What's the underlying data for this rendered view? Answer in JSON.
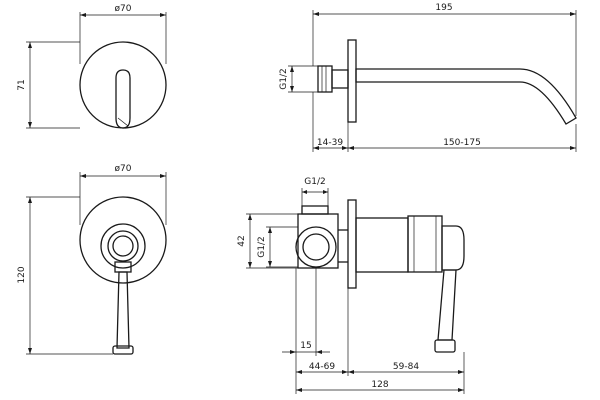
{
  "dimensions": {
    "spout_plate_diameter": "ø70",
    "spout_plate_height": "71",
    "spout_length": "195",
    "spout_thread": "G1/2",
    "spout_wall_range": "14-39",
    "spout_projection_range": "150-175",
    "mixer_plate_diameter": "ø70",
    "mixer_height": "120",
    "body_thread_top": "G1/2",
    "body_size": "42",
    "body_thread_side": "G1/2",
    "body_offset": "15",
    "body_depth_range": "44-69",
    "handle_projection_range": "59-84",
    "total_depth": "128"
  },
  "colors": {
    "line": "#1a1a1a",
    "background": "#ffffff"
  }
}
